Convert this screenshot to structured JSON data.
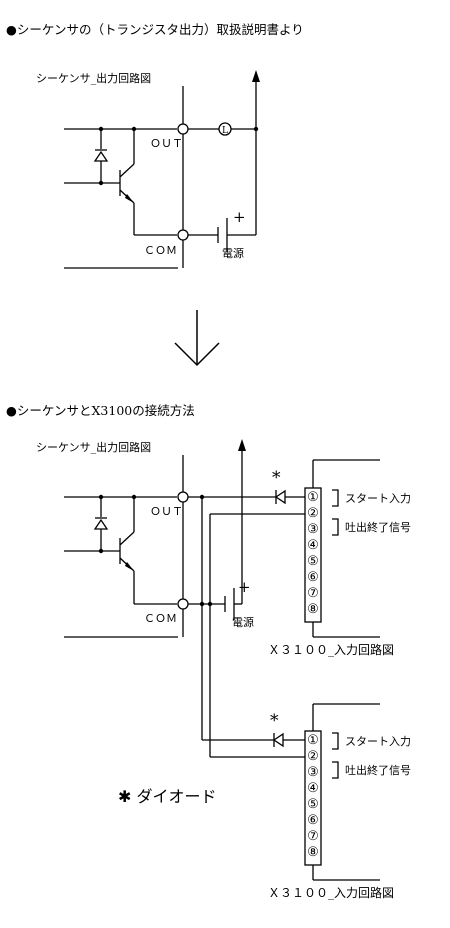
{
  "heading_top": "●シーケンサの（トランジスタ出力）取扱説明書より",
  "heading_bottom": "●シーケンサとX3100の接続方法",
  "seq_circuit_label": "シーケンサ_出力回路図",
  "out_label": "ＯＵＴ",
  "com_label": "ＣＯＭ",
  "load_symbol": "L",
  "power_label": "電源",
  "plus_sign": "+",
  "asterisk": "*",
  "x3100_circuit_label": "Ｘ３１００_入力回路図",
  "start_input_label": "スタート入力",
  "discharge_end_label": "吐出終了信号",
  "terminal_numbers": [
    "①",
    "②",
    "③",
    "④",
    "⑤",
    "⑥",
    "⑦",
    "⑧"
  ],
  "diode_note": "✱ ダイオード",
  "down_arrow": "↓"
}
